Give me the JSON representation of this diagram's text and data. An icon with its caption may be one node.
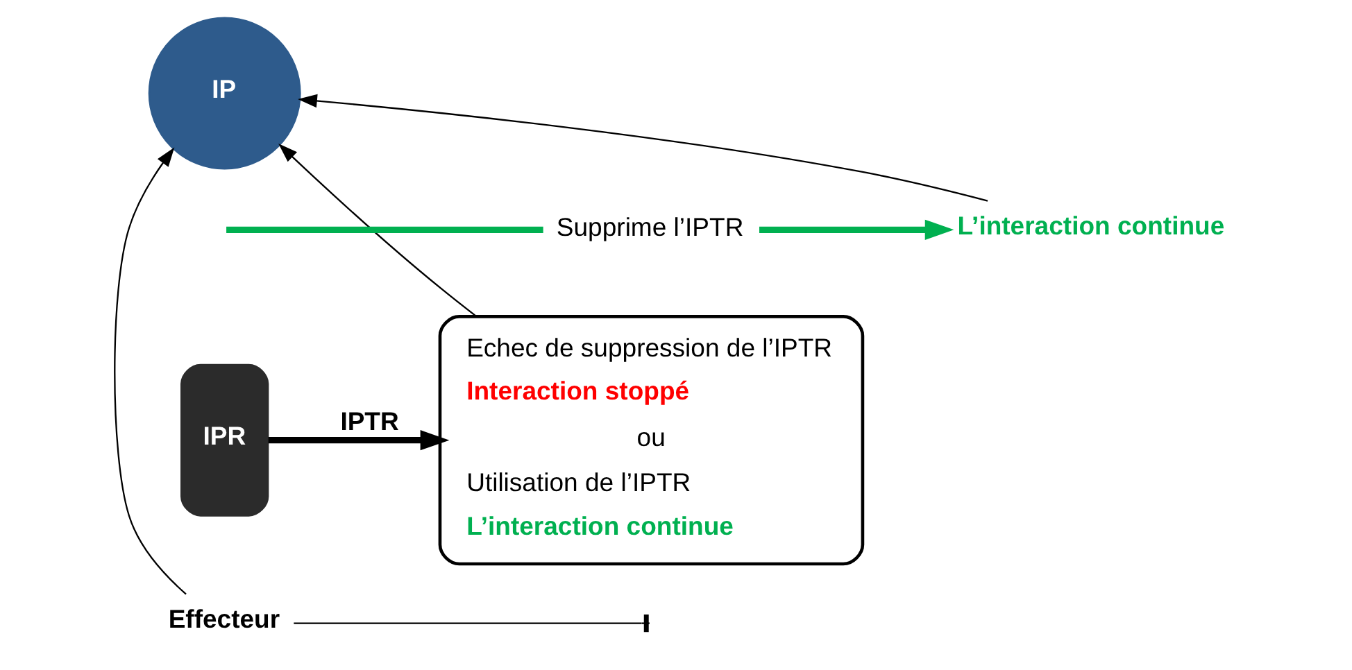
{
  "diagram": {
    "nodes": [
      {
        "text": [
          "IP"
        ]
      },
      {
        "text": [
          "IPR"
        ]
      },
      {
        "text": [
          "Effecteur"
        ]
      },
      {
        "text": [
          "Supprime l’IPTR"
        ]
      },
      {
        "text": [
          "L’interaction continue"
        ]
      },
      {
        "text": [
          "Echec de suppression de l’IPTR",
          "Interaction stoppé",
          "ou",
          "Utilisation de l’IPTR",
          "L’interaction continue"
        ]
      }
    ],
    "edges": [
      {
        "from": 1,
        "to": 5,
        "arrow": "to",
        "label": "IPTR",
        "style": "thick"
      },
      {
        "from": 2,
        "to": null,
        "arrow": "other"
      },
      {
        "from": null,
        "to": 3,
        "arrow": "none",
        "style": "thick",
        "color": "#00b050"
      },
      {
        "from": 3,
        "to": 4,
        "arrow": "to",
        "style": "thick",
        "color": "#00b050"
      },
      {
        "from": 2,
        "to": 0,
        "arrow": "to"
      },
      {
        "from": 4,
        "to": 0,
        "arrow": "to"
      },
      {
        "from": 5,
        "to": 0,
        "arrow": "to"
      }
    ]
  }
}
